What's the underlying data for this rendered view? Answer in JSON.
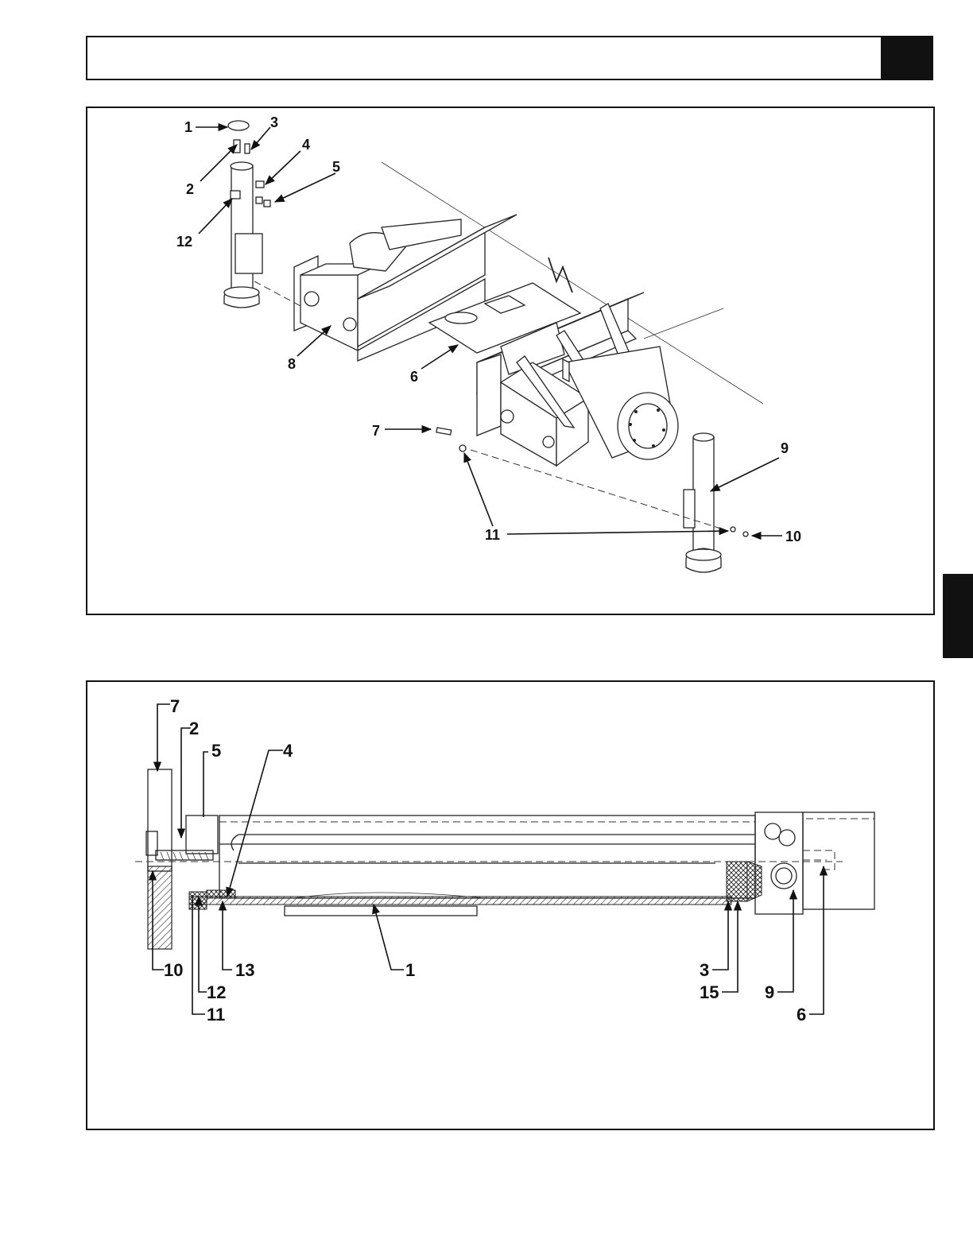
{
  "top_diagram": {
    "callouts": [
      "1",
      "2",
      "3",
      "4",
      "5",
      "6",
      "7",
      "8",
      "9",
      "10",
      "11",
      "12"
    ]
  },
  "bottom_diagram": {
    "callouts": [
      "7",
      "2",
      "5",
      "4",
      "10",
      "13",
      "12",
      "11",
      "1",
      "3",
      "15",
      "9",
      "6"
    ]
  },
  "colors": {
    "ink": "#111111",
    "background": "#ffffff"
  }
}
